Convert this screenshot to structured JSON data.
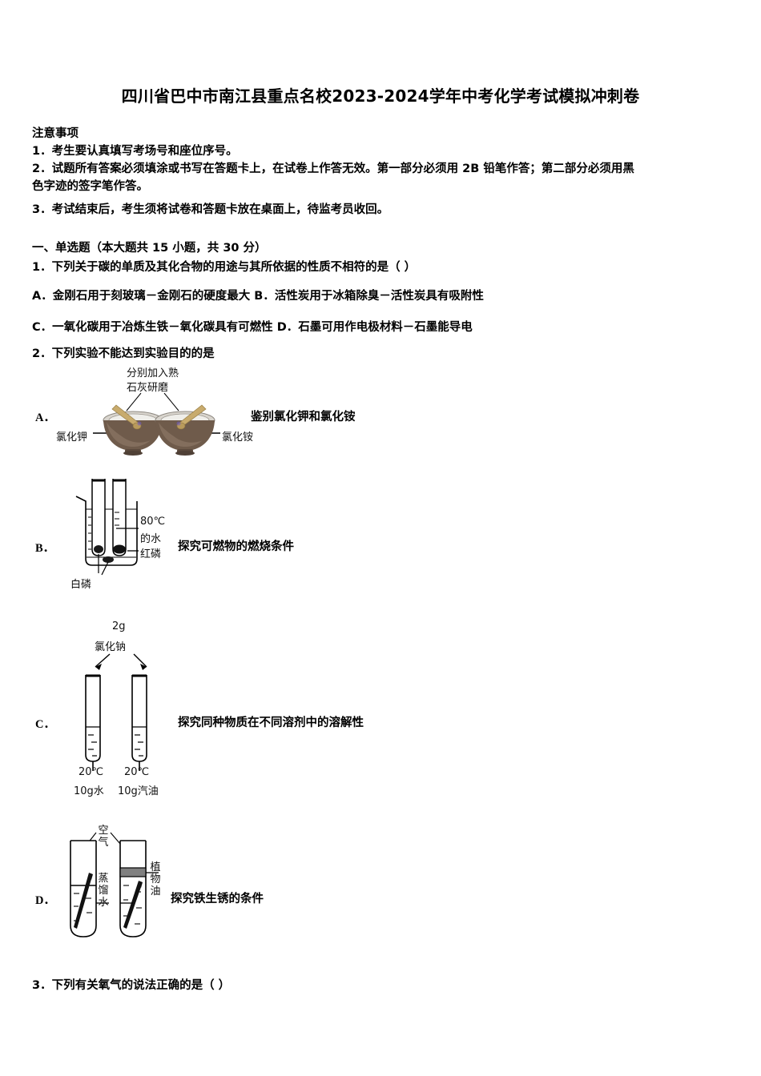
{
  "document": {
    "title": "四川省巴中市南江县重点名校2023-2024学年中考化学考试模拟冲刺卷",
    "notice_heading": "注意事项",
    "notice_items": [
      "1．考生要认真填写考场号和座位序号。",
      "2．试题所有答案必须填涂或书写在答题卡上，在试卷上作答无效。第一部分必须用 2B  铅笔作答；第二部分必须用黑",
      "色字迹的签字笔作答。",
      "3．考试结束后，考生须将试卷和答题卡放在桌面上，待监考员收回。"
    ]
  },
  "section": {
    "heading": "一、单选题（本大题共 15 小题，共 30 分）"
  },
  "questions": [
    {
      "number": "1．",
      "stem": "下列关于碳的单质及其化合物的用途与其所依据的性质不相符的是（      ）",
      "row_ab": "A．金刚石用于刻玻璃－金刚石的硬度最大   B．活性炭用于冰箱除臭－活性炭具有吸附性",
      "row_cd": "C．一氧化碳用于冶炼生铁－氧化碳具有可燃性   D．石墨可用作电极材料－石墨能导电"
    },
    {
      "number": "2．",
      "stem": "下列实验不能达到实验目的的是",
      "options": [
        {
          "label": "A．",
          "description": "鉴别氯化钾和氯化铵",
          "figure_labels": {
            "top_note_line1": "分别加入熟",
            "top_note_line2": "石灰研磨",
            "left": "氯化钾",
            "right": "氯化铵"
          }
        },
        {
          "label": "B．",
          "description": "探究可燃物的燃烧条件",
          "figure_labels": {
            "water_line1": "80℃",
            "water_line2": "的水",
            "red_phosphorus": "红磷",
            "white_phosphorus": "白磷"
          }
        },
        {
          "label": "C．",
          "description": "探究同种物质在不同溶剂中的溶解性",
          "figure_labels": {
            "mass": "2g",
            "substance": "氯化钠",
            "left_temp": "20℃",
            "left_solvent": "10g水",
            "right_temp": "20℃",
            "right_solvent": "10g汽油"
          }
        },
        {
          "label": "D．",
          "description": "探究铁生锈的条件",
          "figure_labels": {
            "air": "空气",
            "distilled_water": "蒸馏水",
            "vegetable_oil": "植物油"
          }
        }
      ]
    },
    {
      "number": "3．",
      "stem": "下列有关氧气的说法正确的是（      ）"
    }
  ],
  "colors": {
    "text": "#000000",
    "mortar_body": "#6f5b4b",
    "mortar_rim": "#c9c4bd",
    "pestle": "#c8ab6d",
    "oil_layer": "#808080",
    "line": "#000000"
  }
}
